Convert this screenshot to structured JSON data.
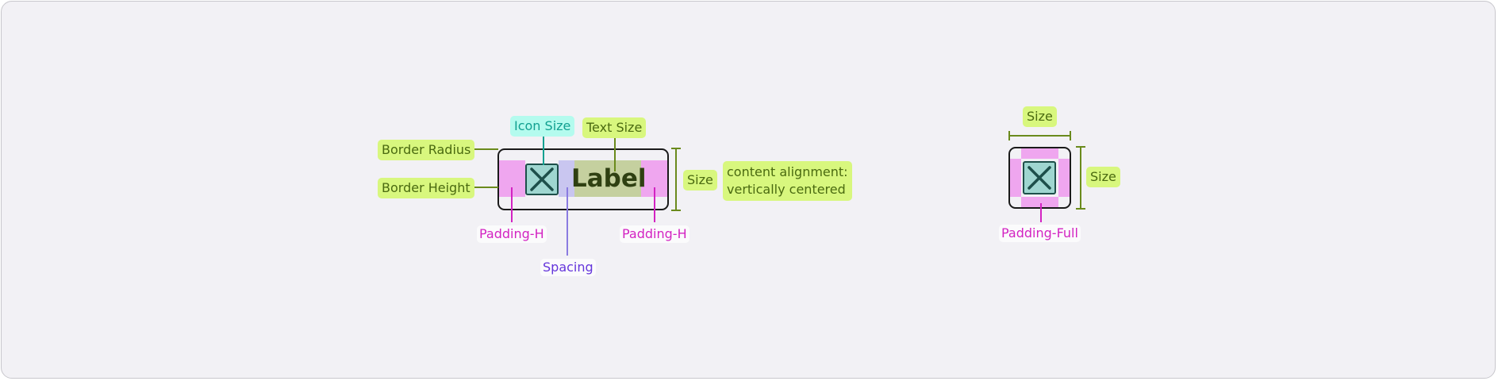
{
  "diagram": {
    "labels": {
      "icon_size": "Icon Size",
      "text_size": "Text Size",
      "border_radius": "Border Radius",
      "border_height": "Border Height",
      "size": "Size",
      "content_alignment_line1": "content alignment:",
      "content_alignment_line2": "vertically centered",
      "padding_h": "Padding-H",
      "spacing": "Spacing",
      "padding_full": "Padding-Full"
    },
    "button": {
      "label": "Label",
      "icon": "close-icon"
    },
    "colors": {
      "annotation_green": "#d8f77e",
      "annotation_cyan": "#b4fbee",
      "padding_pink": "#efa6ef",
      "padding_text": "#d323c2",
      "spacing_purple": "#6536db",
      "background": "#f2f1f5"
    }
  }
}
